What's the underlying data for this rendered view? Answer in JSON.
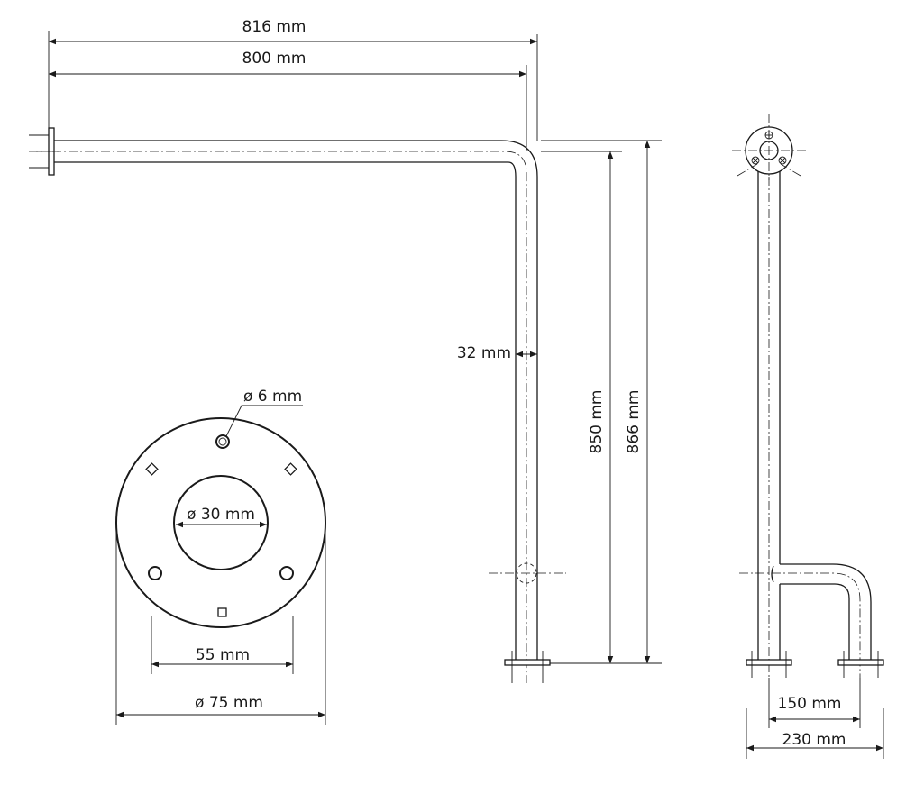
{
  "drawing": {
    "stroke_color": "#1a1a1a",
    "background": "#ffffff"
  },
  "dimensions": {
    "overall_width": "816 mm",
    "inner_width": "800 mm",
    "tube_diameter": "32 mm",
    "inner_height": "850 mm",
    "overall_height": "866 mm",
    "screw_hole": "ø 6 mm",
    "center_hole": "ø 30 mm",
    "hole_spacing": "55 mm",
    "flange_diameter": "ø 75 mm",
    "side_inner_depth": "150 mm",
    "side_overall_depth": "230 mm"
  }
}
